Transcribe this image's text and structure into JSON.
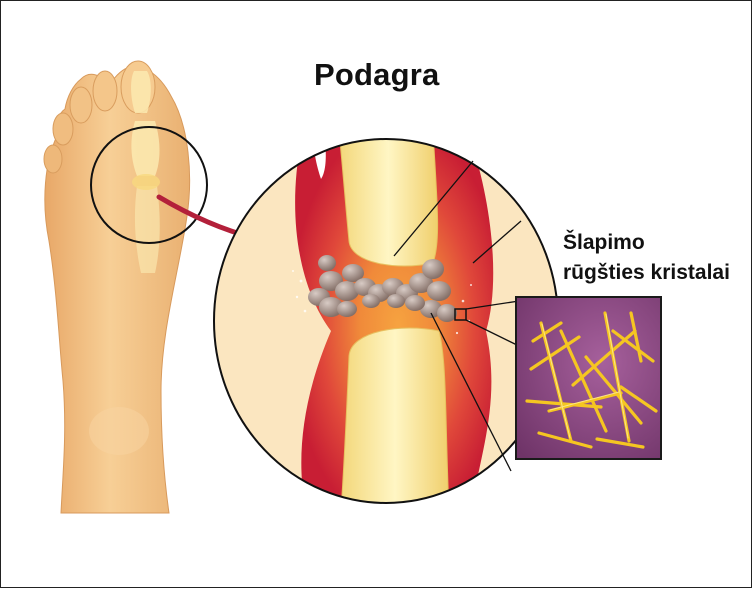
{
  "title": "Podagra",
  "crystal_label": {
    "line1": "Šlapimo",
    "line2": "rūgšties kristalai"
  },
  "colors": {
    "skin": "#f2c48a",
    "bone": "#fbefb0",
    "inflammation": "#d8283a",
    "crystal_bg": "#8e4b86",
    "crystals": "#f5c621",
    "deposits": "#a89690",
    "arrow": "#b3203a"
  }
}
